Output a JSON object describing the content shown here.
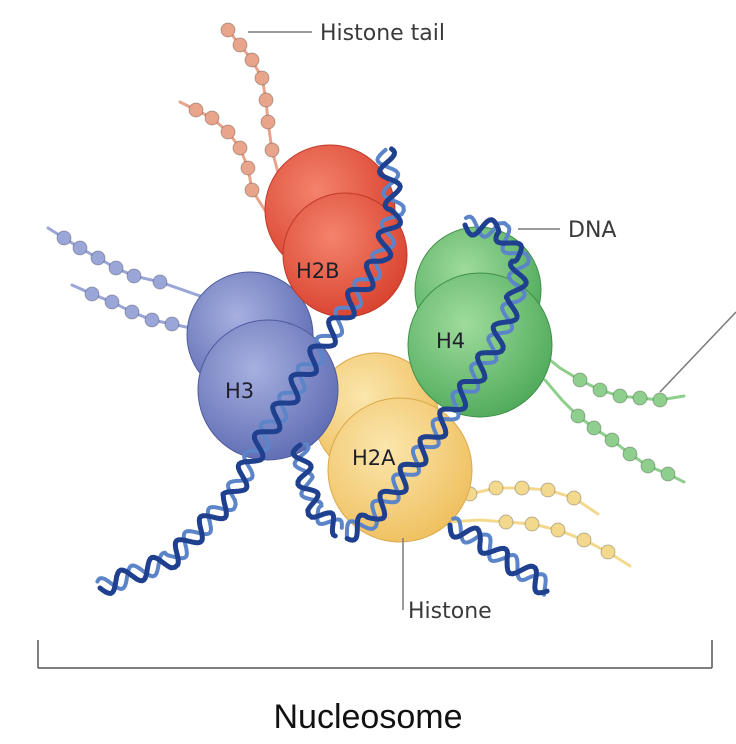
{
  "labels": {
    "histone_tail": "Histone tail",
    "dna": "DNA",
    "histone": "Histone",
    "title": "Nucleosome"
  },
  "histones": [
    {
      "name": "H2B",
      "color": "#e8553f"
    },
    {
      "name": "H4",
      "color": "#67be6e"
    },
    {
      "name": "H3",
      "color": "#7b86c4"
    },
    {
      "name": "H2A",
      "color": "#f6d37f"
    }
  ],
  "colors": {
    "dna": "#1f3f8f",
    "dna_light": "#5c84c9",
    "leader": "#7a7a7a",
    "tail_red": "#e9a58c",
    "tail_green": "#8fcf8e",
    "tail_blue": "#9aa6d8",
    "tail_yellow": "#f3d98e"
  }
}
